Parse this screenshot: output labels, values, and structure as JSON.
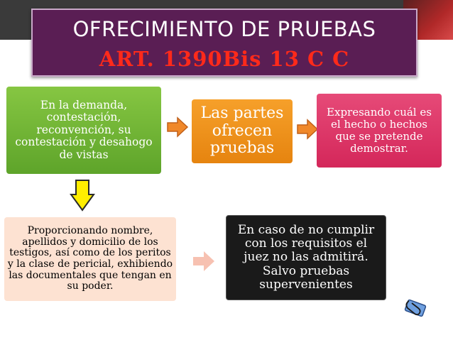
{
  "title": {
    "line1": "OFRECIMIENTO DE PRUEBAS",
    "line2": "ART. 1390Bis 13 C C"
  },
  "boxes": {
    "green": "En la demanda, contestación, reconvención, su contestación y desahogo de vistas",
    "orange": "Las partes ofrecen pruebas",
    "pink": "Expresando cuál es el hecho o hechos que se pretende demostrar.",
    "peach": "Proporcionando nombre, apellidos y domicilio de los testigos, así como de los peritos y la clase de pericial, exhibiendo las documentales que tengan en su poder.",
    "black": "En caso de no cumplir con los requisitos  el juez no las admitirá. Salvo pruebas supervenientes"
  },
  "colors": {
    "title_bg": "#5a1e54",
    "title_line2": "#ff2a1a",
    "green": "#6fb334",
    "orange": "#f39321",
    "pink": "#dc3264",
    "arrow_orange": "#f0882a",
    "arrow_yellow": "#ffee00"
  },
  "icons": [
    "right-arrow-icon",
    "down-arrow-icon",
    "paperclip-icon"
  ]
}
